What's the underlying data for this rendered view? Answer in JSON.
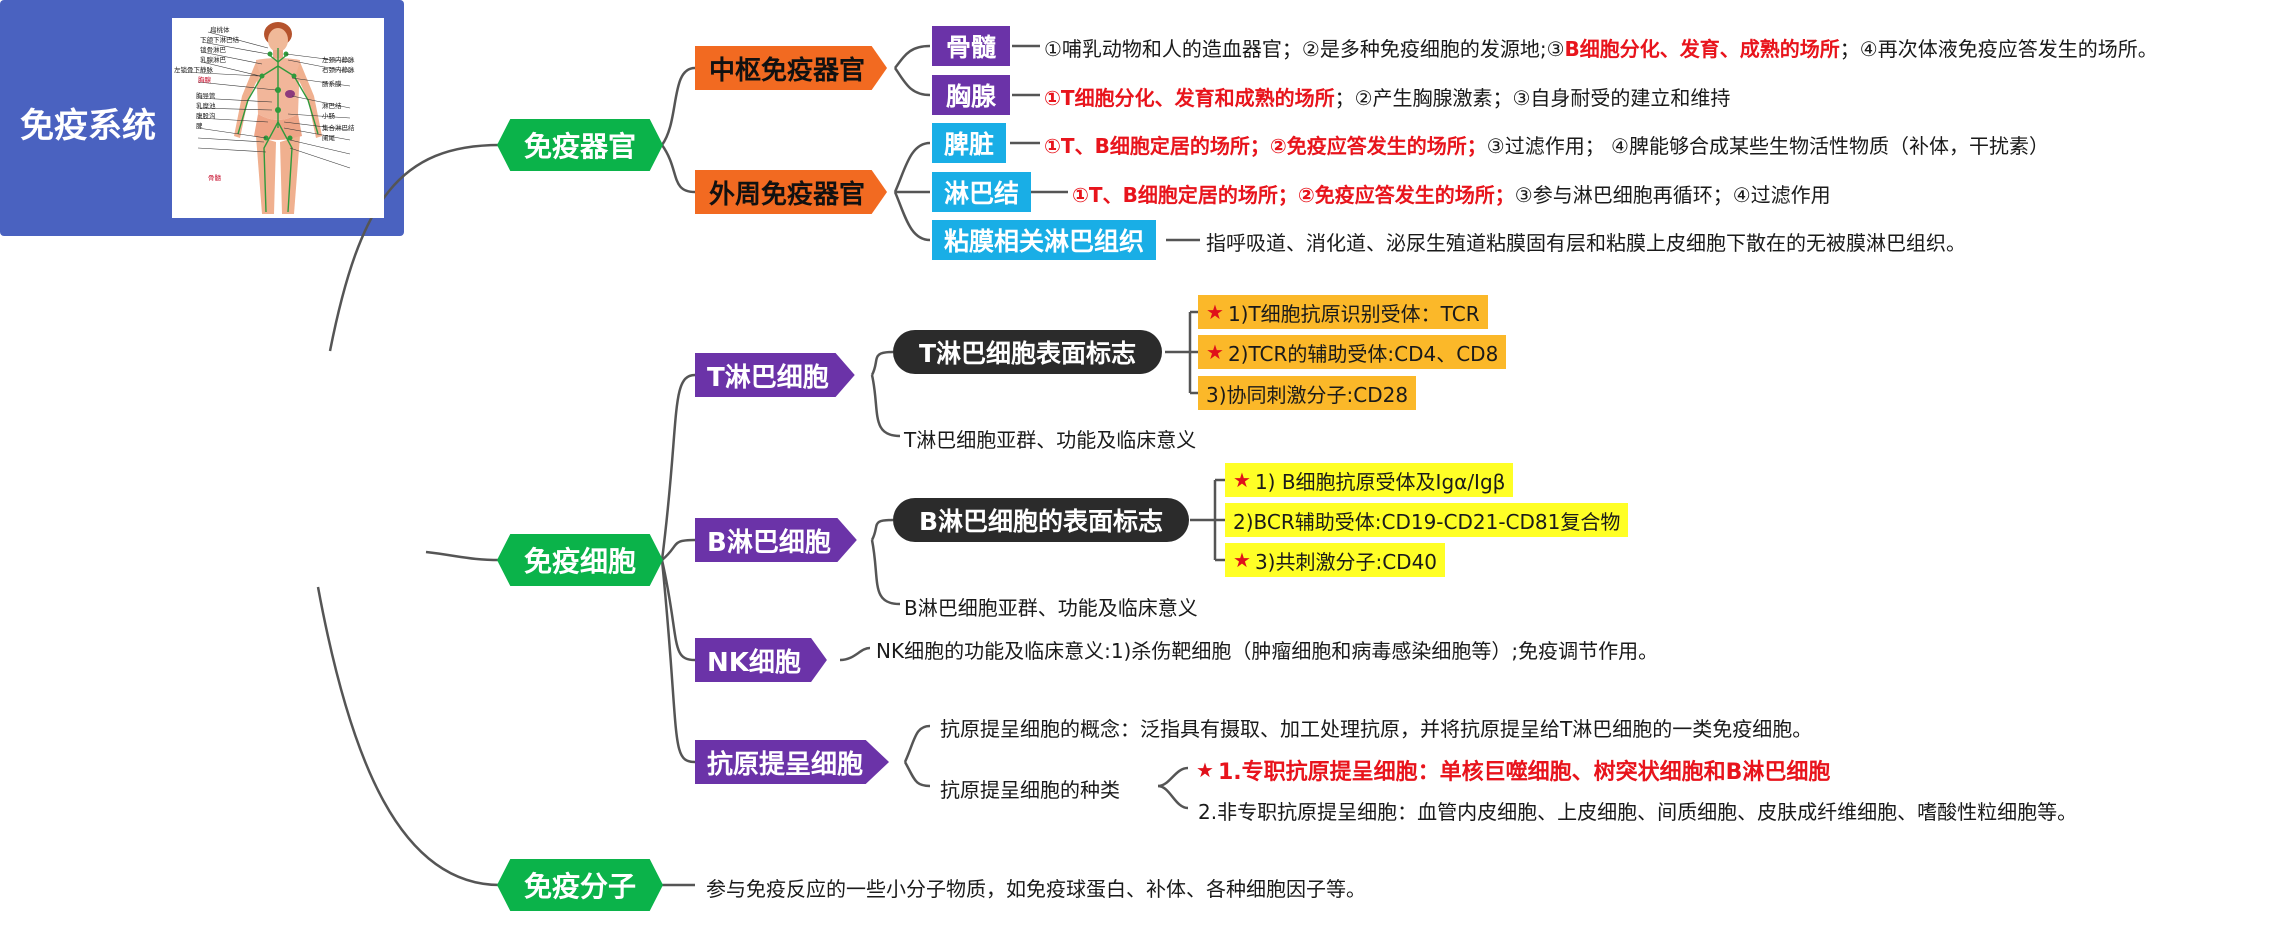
{
  "root": {
    "title": "免疫系统"
  },
  "figure": {
    "labels": [
      "扁桃体",
      "下颌下淋巴结",
      "锁骨淋巴",
      "乳腺淋巴",
      "左锁骨下静脉",
      "胸腺",
      "胸导管",
      "乳糜池",
      "腹股沟",
      "脾",
      "左颈内静脉",
      "右颈内静脉",
      "肠系膜",
      "淋巴结",
      "小肠",
      "集合淋巴结",
      "阑尾",
      "骨髓"
    ]
  },
  "organs": {
    "title": "免疫器官",
    "central": {
      "title": "中枢免疫器官",
      "bone_marrow": {
        "label": "骨髓",
        "t1": "①哺乳动物和人的造血器官；②是多种免疫细胞的发源地;③",
        "t2": "B细胞分化、发育、成熟的场所",
        "t3": "；④再次体液免疫应答发生的场所。"
      },
      "thymus": {
        "label": "胸腺",
        "t1": "①T细胞分化、发育和成熟的场所",
        "t2": "；②产生胸腺激素；③自身耐受的建立和维持"
      }
    },
    "peripheral": {
      "title": "外周免疫器官",
      "spleen": {
        "label": "脾脏",
        "t1": "①T、B细胞定居的场所；②免疫应答发生的场所；",
        "t2": "③过滤作用；  ④脾能够合成某些生物活性物质（补体，干扰素）"
      },
      "lymph_node": {
        "label": "淋巴结",
        "t1": "①T、B细胞定居的场所；②免疫应答发生的场所；",
        "t2": "③参与淋巴细胞再循环；④过滤作用"
      },
      "malt": {
        "label": "粘膜相关淋巴组织",
        "t1": "指呼吸道、消化道、泌尿生殖道粘膜固有层和粘膜上皮细胞下散在的无被膜淋巴组织。"
      }
    }
  },
  "cells": {
    "title": "免疫细胞",
    "t_cell": {
      "label": "T淋巴细胞",
      "markers": "T淋巴细胞表面标志",
      "m1": "1)T细胞抗原识别受体：TCR",
      "m2": "2)TCR的辅助受体:CD4、CD8",
      "m3": "3)协同刺激分子:CD28",
      "subgroup": "T淋巴细胞亚群、功能及临床意义"
    },
    "b_cell": {
      "label": "B淋巴细胞",
      "markers": "B淋巴细胞的表面标志",
      "m1": "1) B细胞抗原受体及Igα/Igβ",
      "m2": "2)BCR辅助受体:CD19-CD21-CD81复合物",
      "m3": "3)共刺激分子:CD40",
      "subgroup": "B淋巴细胞亚群、功能及临床意义"
    },
    "nk_cell": {
      "label": "NK细胞",
      "text": "NK细胞的功能及临床意义:1)杀伤靶细胞（肿瘤细胞和病毒感染细胞等）;免疫调节作用。"
    },
    "apc": {
      "label": "抗原提呈细胞",
      "concept": "抗原提呈细胞的概念：泛指具有摄取、加工处理抗原，并将抗原提呈给T淋巴细胞的一类免疫细胞。",
      "types": "抗原提呈细胞的种类",
      "type1": "1.专职抗原提呈细胞：单核巨噬细胞、树突状细胞和B淋巴细胞",
      "type2": "2.非专职抗原提呈细胞：血管内皮细胞、上皮细胞、间质细胞、皮肤成纤维细胞、嗜酸性粒细胞等。"
    }
  },
  "molecules": {
    "title": "免疫分子",
    "text": "参与免疫反应的一些小分子物质，如免疫球蛋白、补体、各种细胞因子等。"
  },
  "colors": {
    "root": "#4a62c0",
    "green": "#0bb34a",
    "orange": "#f26a21",
    "purple": "#6b33a8",
    "cyan": "#19aee6",
    "dark": "#2b2b2b",
    "highlight_orange": "#fbb829",
    "highlight_yellow": "#ffff26",
    "red_text": "#e8141c",
    "line": "#555555"
  },
  "icons": {
    "star": "star-icon"
  }
}
